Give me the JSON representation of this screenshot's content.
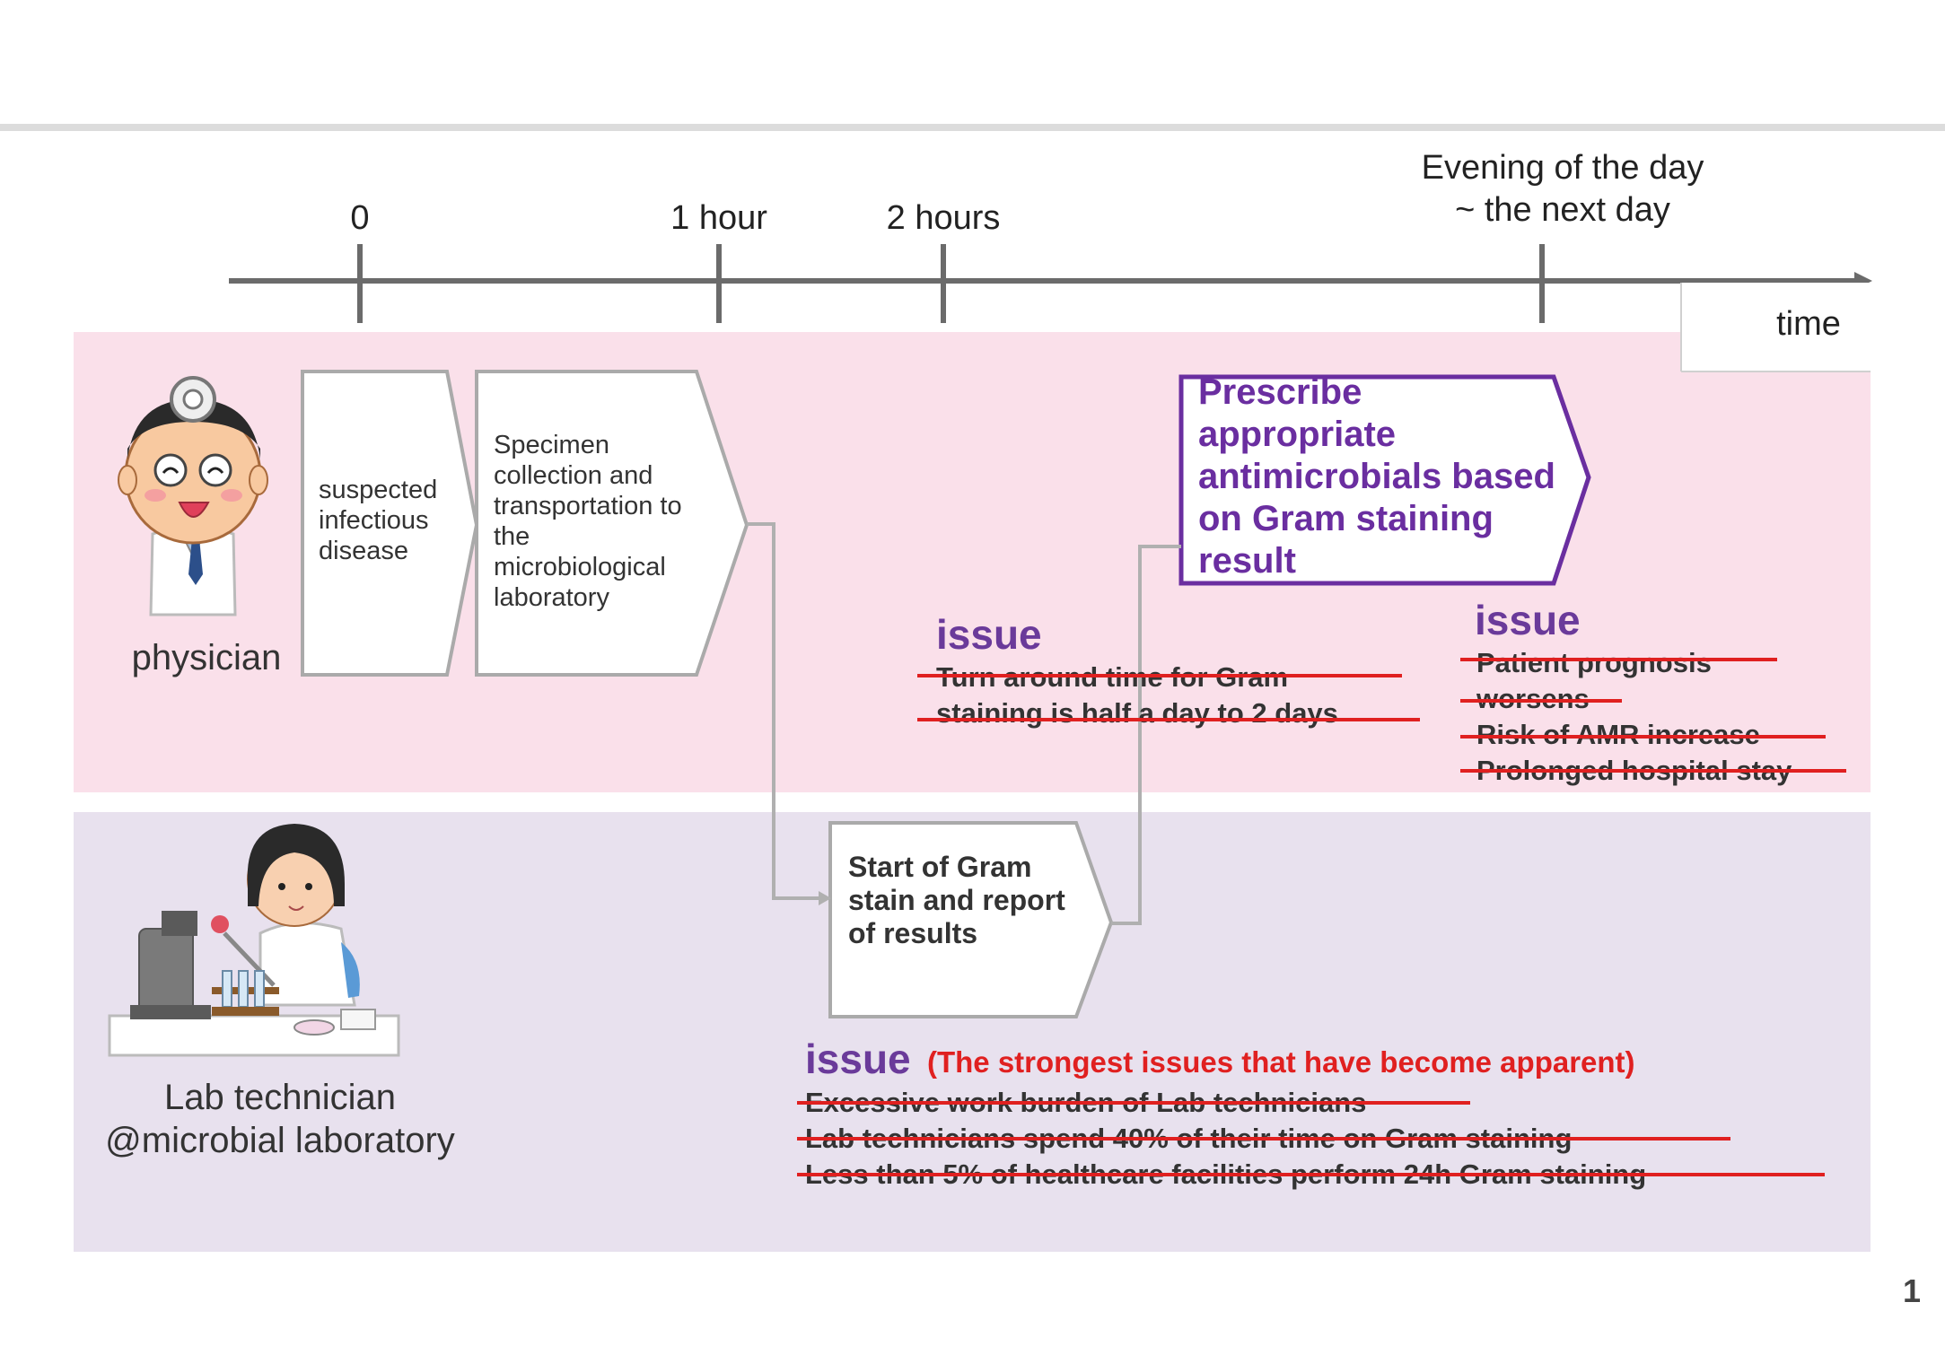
{
  "timeline": {
    "ticks": [
      "0",
      "1 hour",
      "2 hours"
    ],
    "evening_line1": "Evening of the day",
    "evening_line2": "~ the next day",
    "axis_label": "time"
  },
  "physician": {
    "role": "physician",
    "step1": "suspected infectious disease",
    "step2": "Specimen collection and transportation to the microbiological laboratory",
    "prescribe": "Prescribe appropriate antimicrobials based on Gram staining result",
    "issue_mid": {
      "label": "issue",
      "items": [
        "Turn around time for Gram",
        "staining is half a day to 2 days"
      ]
    },
    "issue_right": {
      "label": "issue",
      "items": [
        "Patient prognosis",
        "worsens",
        "Risk of AMR increase",
        "Prolonged hospital stay"
      ]
    }
  },
  "lab": {
    "role_line1": "Lab technician",
    "role_line2": "@microbial laboratory",
    "step": "Start of Gram stain and report of results",
    "issue": {
      "label": "issue",
      "note": "(The strongest issues that have become apparent)",
      "items": [
        "Excessive work burden of Lab technicians",
        "Lab technicians spend 40% of their time on Gram staining",
        "Less than 5% of healthcare facilities perform 24h Gram staining"
      ]
    }
  },
  "page_number": "1",
  "colors": {
    "physician_lane": "#fae0ea",
    "lab_lane": "#e8e1ee",
    "issue_purple": "#6a3a9a",
    "strike_red": "#e02020"
  }
}
